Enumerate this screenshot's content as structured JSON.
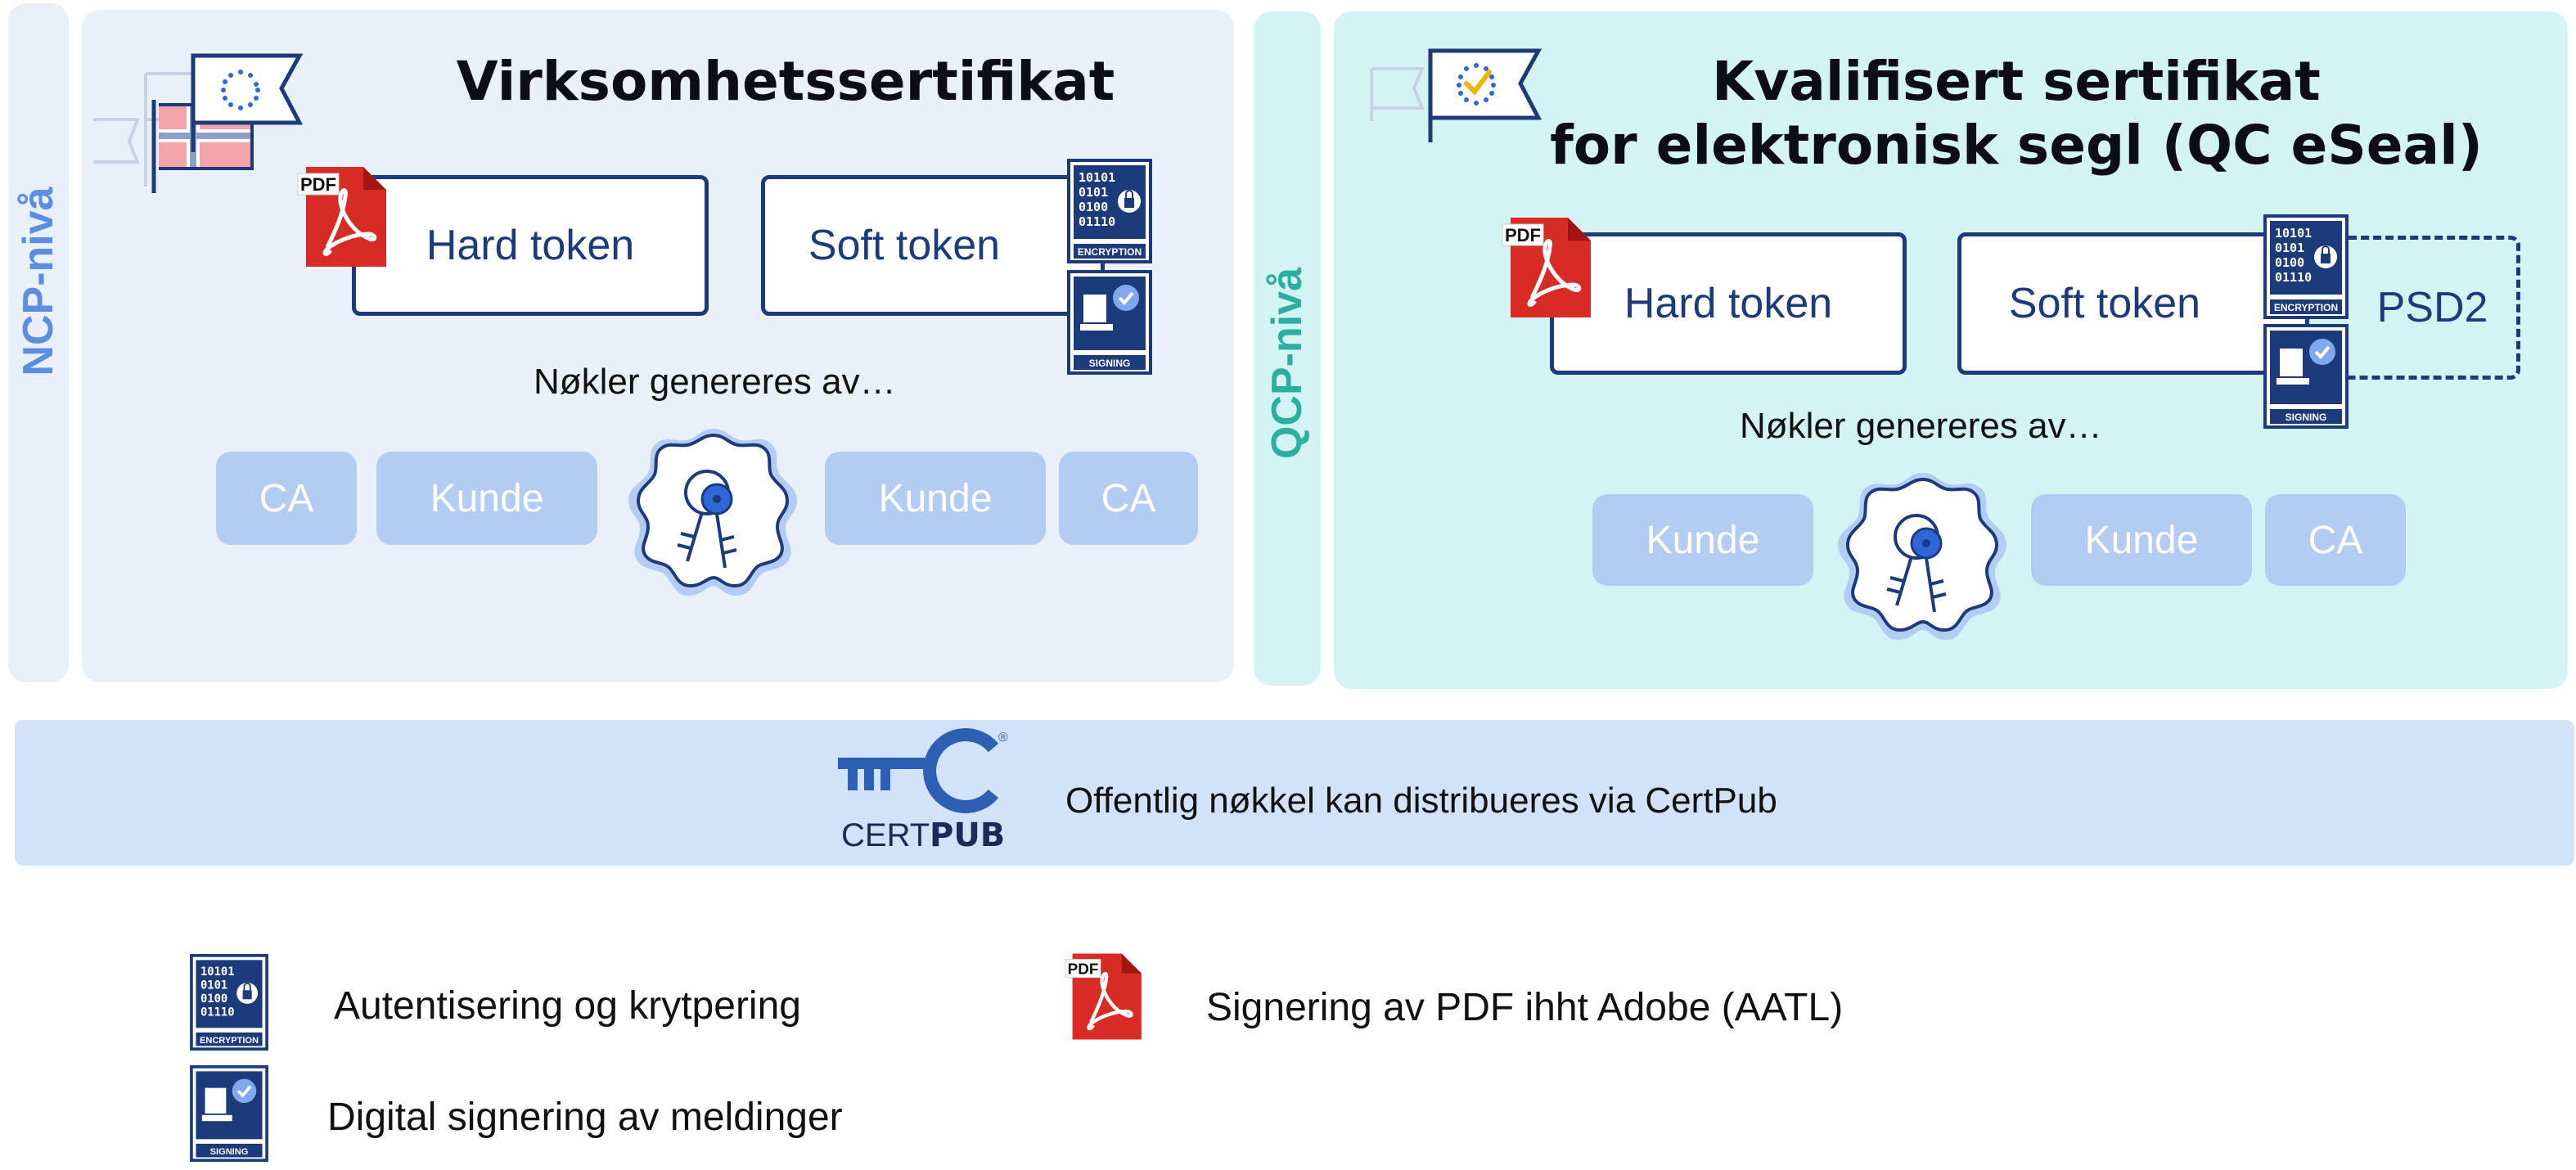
{
  "left_section": {
    "level_label": "NCP-nivå",
    "title": "Virksomhetssertifikat",
    "hard_token": "Hard token",
    "soft_token": "Soft token",
    "keys_note": "Nøkler genereres av…",
    "chips": [
      "CA",
      "Kunde",
      "Kunde",
      "CA"
    ]
  },
  "right_section": {
    "level_label": "QCP-nivå",
    "title_line1": "Kvalifisert sertifikat",
    "title_line2": "for elektronisk segl (QC eSeal)",
    "hard_token": "Hard token",
    "soft_token": "Soft token",
    "psd2": "PSD2",
    "keys_note": "Nøkler genereres av…",
    "chips": [
      "Kunde",
      "Kunde",
      "CA"
    ]
  },
  "certpub": {
    "logo_text_light": "CERT",
    "logo_text_bold": "PUB",
    "logo_mark": "®",
    "description": "Offentlig nøkkel kan distribueres via CertPub"
  },
  "icons": {
    "pdf_label": "PDF",
    "encryption_label": "ENCRYPTION",
    "signing_label": "SIGNING",
    "binary_lines": [
      "10101",
      "0101",
      "0100",
      "01110"
    ]
  },
  "legend": {
    "encryption": "Autentisering og krytpering",
    "signing": "Digital signering av meldinger",
    "pdf": "Signering av PDF ihht Adobe (AATL)"
  },
  "colors": {
    "left_panel": "#eaf0f8",
    "right_panel": "#d4f3f3",
    "ncp_band": "#eaf0f8",
    "qcp_band": "#d4f3f3",
    "certpub_band": "#d2e2f8",
    "navy": "#1d3a7a",
    "chip": "#b2ccf4",
    "pdf_red": "#d92b25",
    "ncp_text": "#5b8de0",
    "qcp_text": "#2bb0a0"
  }
}
